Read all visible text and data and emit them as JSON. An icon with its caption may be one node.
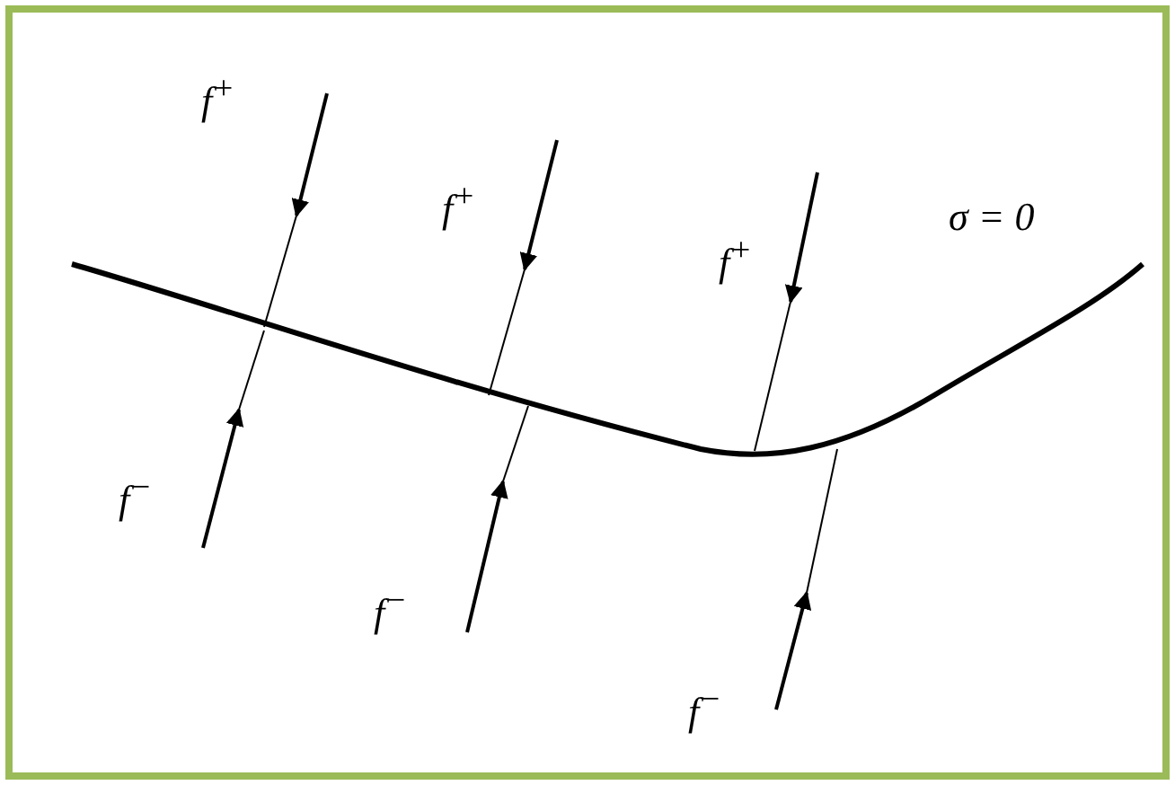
{
  "diagram": {
    "labels": [
      "f$^{+}$",
      "f$^{+}$",
      "f$^{+}$",
      "σ = 0",
      "f$^{−}$",
      "f$^{−}$",
      "f$^{−}$"
    ]
  }
}
